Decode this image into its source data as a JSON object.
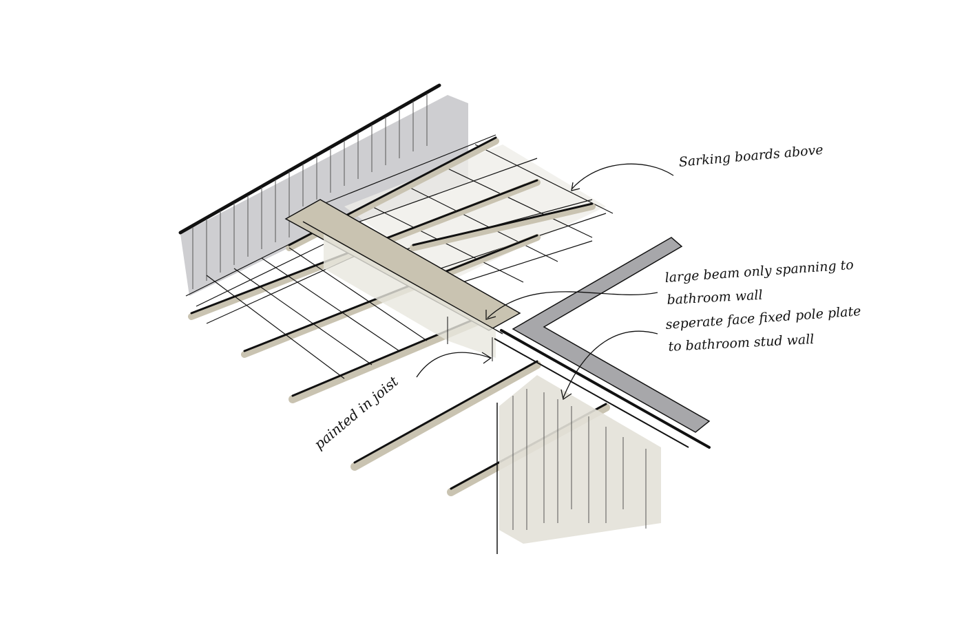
{
  "annotations": {
    "sarking": "Sarking boards above",
    "beam_line1": "large beam only spanning to",
    "beam_line2": "bathroom wall",
    "plate_line1": "seperate face fixed pole plate",
    "plate_line2": "to bathroom stud wall",
    "joist": "painted in joist"
  },
  "colors": {
    "ink": "#111111",
    "timber": "#c9c3b1",
    "timber_light": "#e9e7de",
    "wall_grey": "#c9c9cc",
    "plate_grey": "#a7a7aa",
    "stud_wall": "#e3e1d8"
  }
}
